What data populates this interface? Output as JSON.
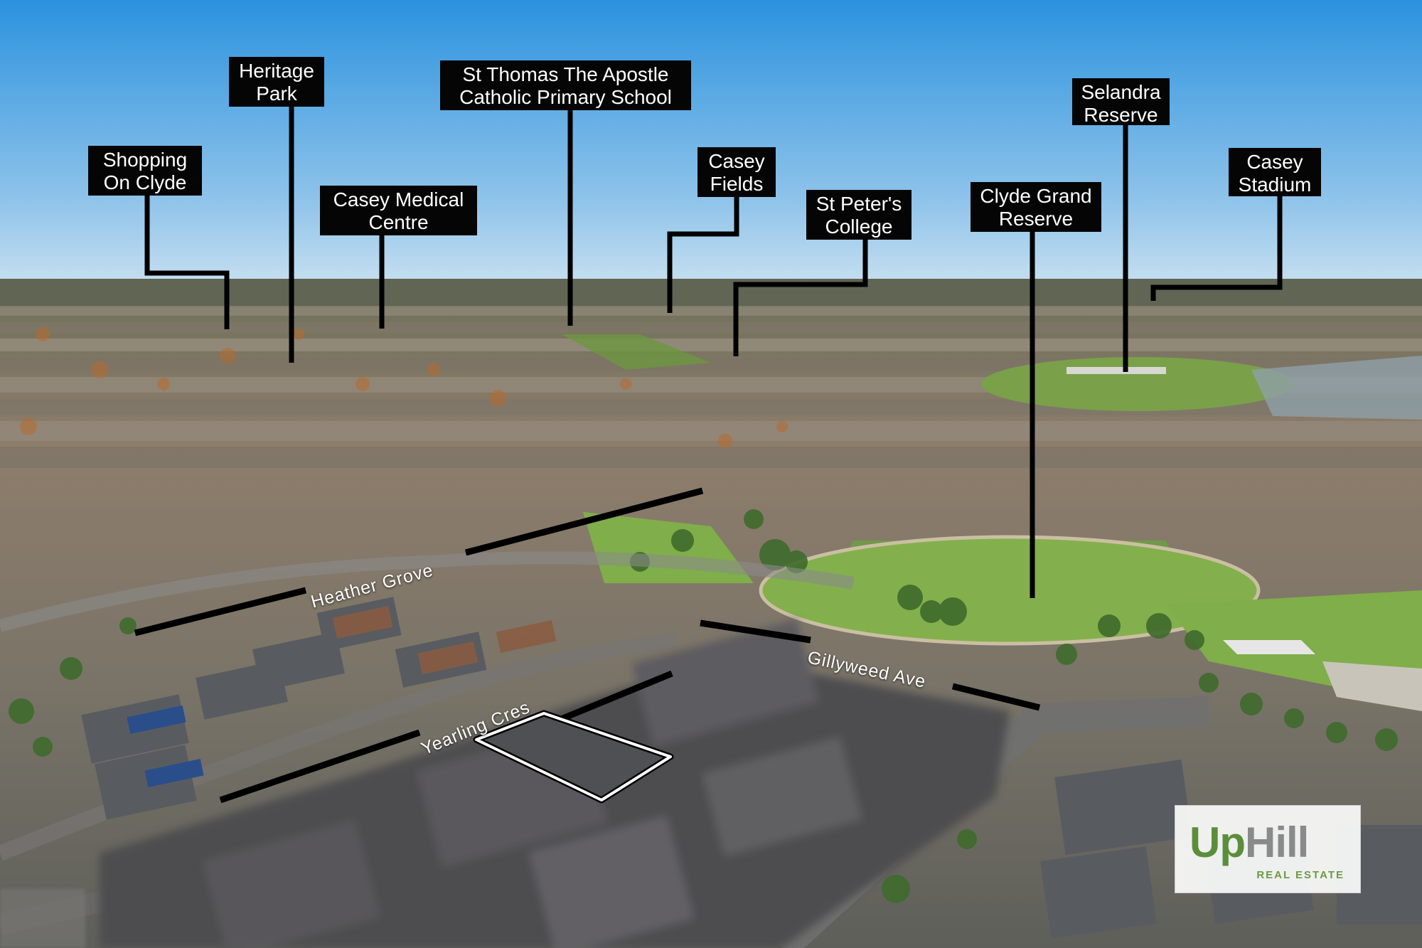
{
  "points_of_interest": [
    {
      "id": "shopping",
      "label": "Shopping\nOn Clyde"
    },
    {
      "id": "heritage",
      "label": "Heritage\nPark"
    },
    {
      "id": "medical",
      "label": "Casey Medical\nCentre"
    },
    {
      "id": "stthomas",
      "label": "St Thomas The Apostle\nCatholic Primary School"
    },
    {
      "id": "caseyfields",
      "label": "Casey\nFields"
    },
    {
      "id": "stpeters",
      "label": "St Peter's\nCollege"
    },
    {
      "id": "clydegrand",
      "label": "Clyde Grand\nReserve"
    },
    {
      "id": "selandra",
      "label": "Selandra\nReserve"
    },
    {
      "id": "caseystadium",
      "label": "Casey\nStadium"
    }
  ],
  "streets": [
    {
      "id": "heather",
      "label": "Heather Grove"
    },
    {
      "id": "gillyweed",
      "label": "Gillyweed Ave"
    },
    {
      "id": "yearling",
      "label": "Yearling Cres"
    }
  ],
  "branding": {
    "logo_up": "Up",
    "logo_hill": "Hill",
    "logo_sub": "REAL ESTATE"
  },
  "colors": {
    "sky_top": "#2b92de",
    "sky_bottom": "#b9d8ee",
    "grass": "#79a94b",
    "label_bg": "#050505"
  }
}
